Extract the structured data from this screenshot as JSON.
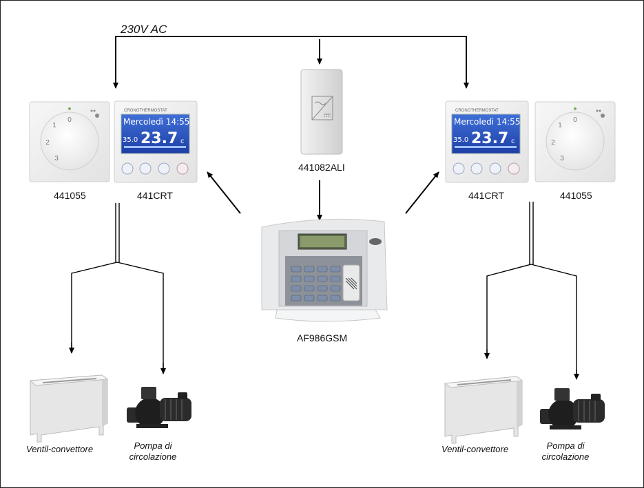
{
  "power_label": "230V AC",
  "devices": {
    "dial_left": "441055",
    "thermostat_left": "441CRT",
    "power_supply": "441082ALI",
    "gsm": "AF986GSM",
    "thermostat_right": "441CRT",
    "dial_right": "441055"
  },
  "loads": {
    "fan_coil_left": "Ventil-convettore",
    "pump_left_line1": "Pompa di",
    "pump_left_line2": "circolazione",
    "fan_coil_right": "Ventil-convettore",
    "pump_right_line1": "Pompa di",
    "pump_right_line2": "circolazione"
  },
  "thermostat_screen": {
    "brand": "CRONOTHERMOSTAT",
    "day_time": "Mercoledì 14:55",
    "small_value": "35.0",
    "temperature": "23.7",
    "unit": "c"
  },
  "dial_marks": [
    "0",
    "1",
    "2",
    "3"
  ]
}
